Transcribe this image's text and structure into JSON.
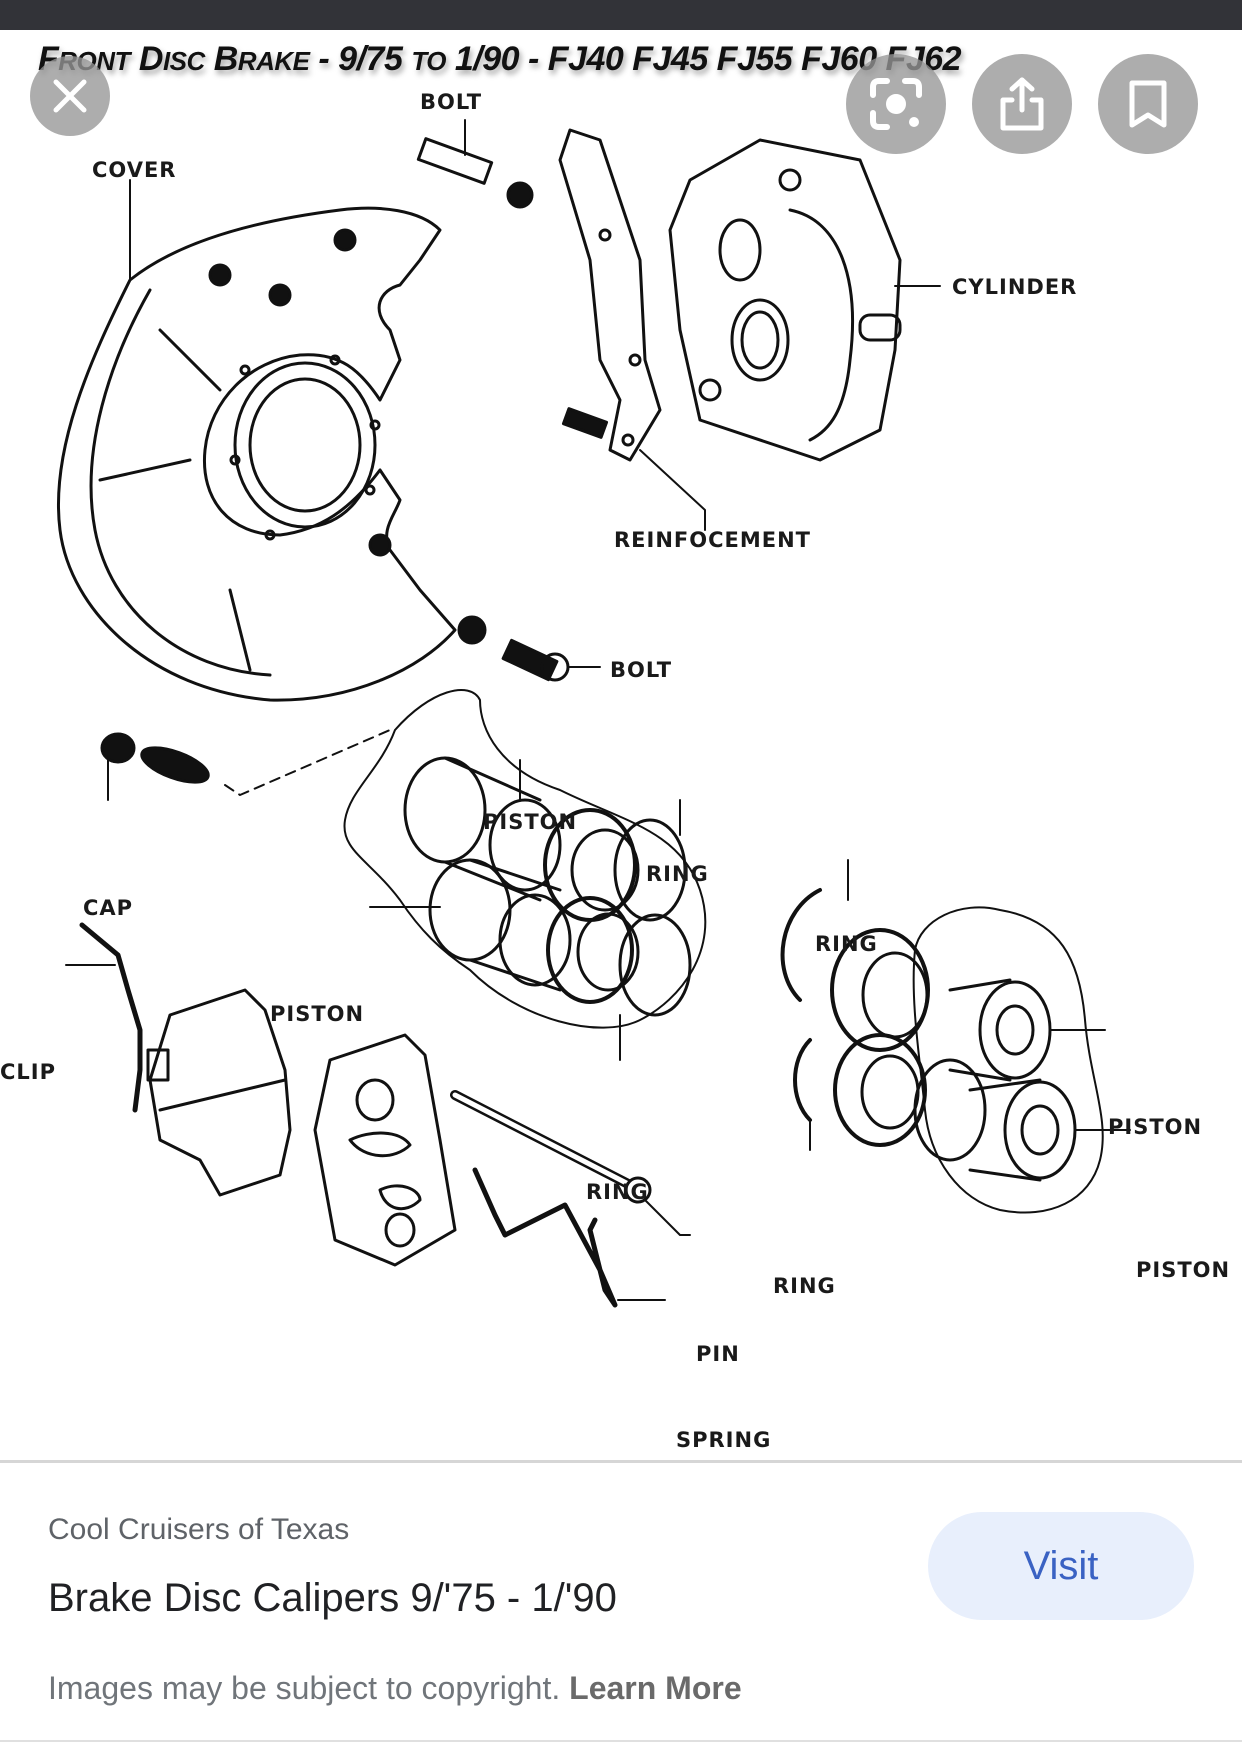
{
  "viewer": {
    "close_icon": "close-icon",
    "actions": [
      {
        "name": "lens-search",
        "icon": "lens-icon"
      },
      {
        "name": "share",
        "icon": "share-icon"
      },
      {
        "name": "save",
        "icon": "bookmark-icon"
      }
    ]
  },
  "diagram": {
    "title_parts": {
      "f": "F",
      "ront": "RONT",
      "d": " D",
      "isc": "ISC",
      "b": " B",
      "rake": "RAKE",
      "range1": " - 9/75 ",
      "to": "TO",
      "range2": " 1/90 - FJ40 FJ45 FJ55 FJ60 FJ62"
    },
    "title": "Front Disc Brake - 9/75 to 1/90 - FJ40 FJ45 FJ55 FJ60 FJ62",
    "labels": {
      "bolt_top": "BOLT",
      "cover": "COVER",
      "cylinder": "CYLINDER",
      "reinforcement": "REINFOCEMENT",
      "bolt_bottom": "BOLT",
      "piston_top": "PISTON",
      "ring_top": "RING",
      "cap": "CAP",
      "piston_left": "PISTON",
      "clip": "CLIP",
      "ring_middle": "RING",
      "ring_right_top": "RING",
      "piston_right_top": "PISTON",
      "piston_right_bottom": "PISTON",
      "ring_right_bottom": "RING",
      "pin": "PIN",
      "spring": "SPRING"
    }
  },
  "result": {
    "source": "Cool Cruisers of Texas",
    "title": "Brake Disc Calipers 9/'75 - 1/'90",
    "visit_label": "Visit",
    "copyright_text": "Images may be subject to copyright.",
    "learn_more_label": "Learn More"
  }
}
